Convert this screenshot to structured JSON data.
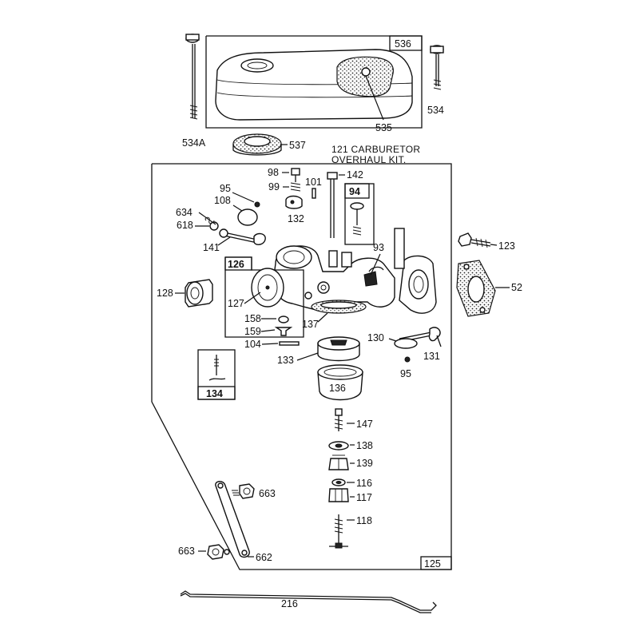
{
  "kit_title_line1": "121 CARBURETOR",
  "kit_title_line2": "OVERHAUL KIT.",
  "labels": {
    "p536": "536",
    "p534a": "534A",
    "p534": "534",
    "p535": "535",
    "p537": "537",
    "p98": "98",
    "p99": "99",
    "p101": "101",
    "p142": "142",
    "p94": "94",
    "p95a": "95",
    "p108": "108",
    "p634": "634",
    "p618": "618",
    "p132": "132",
    "p141": "141",
    "p93": "93",
    "p123": "123",
    "p52": "52",
    "p126": "126",
    "p128": "128",
    "p127": "127",
    "p158": "158",
    "p159": "159",
    "p137": "137",
    "p104": "104",
    "p130": "130",
    "p131": "131",
    "p95b": "95",
    "p133": "133",
    "p136": "136",
    "p134": "134",
    "p147": "147",
    "p138": "138",
    "p139": "139",
    "p116": "116",
    "p117": "117",
    "p118": "118",
    "p663a": "663",
    "p663b": "663",
    "p662": "662",
    "p125": "125",
    "p216": "216"
  }
}
